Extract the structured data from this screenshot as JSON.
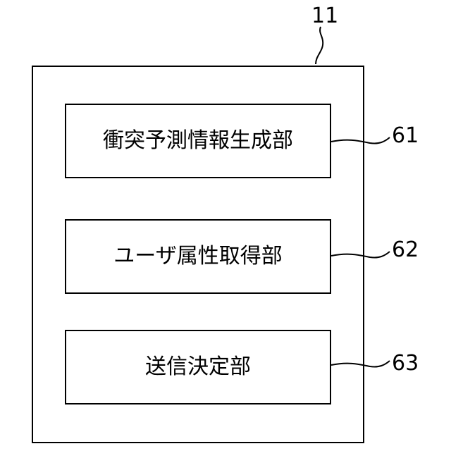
{
  "diagram": {
    "component": {
      "ref": "11"
    },
    "units": [
      {
        "ref": "61",
        "label": "衝突予測情報生成部"
      },
      {
        "ref": "62",
        "label": "ユーザ属性取得部"
      },
      {
        "ref": "63",
        "label": "送信決定部"
      }
    ]
  }
}
